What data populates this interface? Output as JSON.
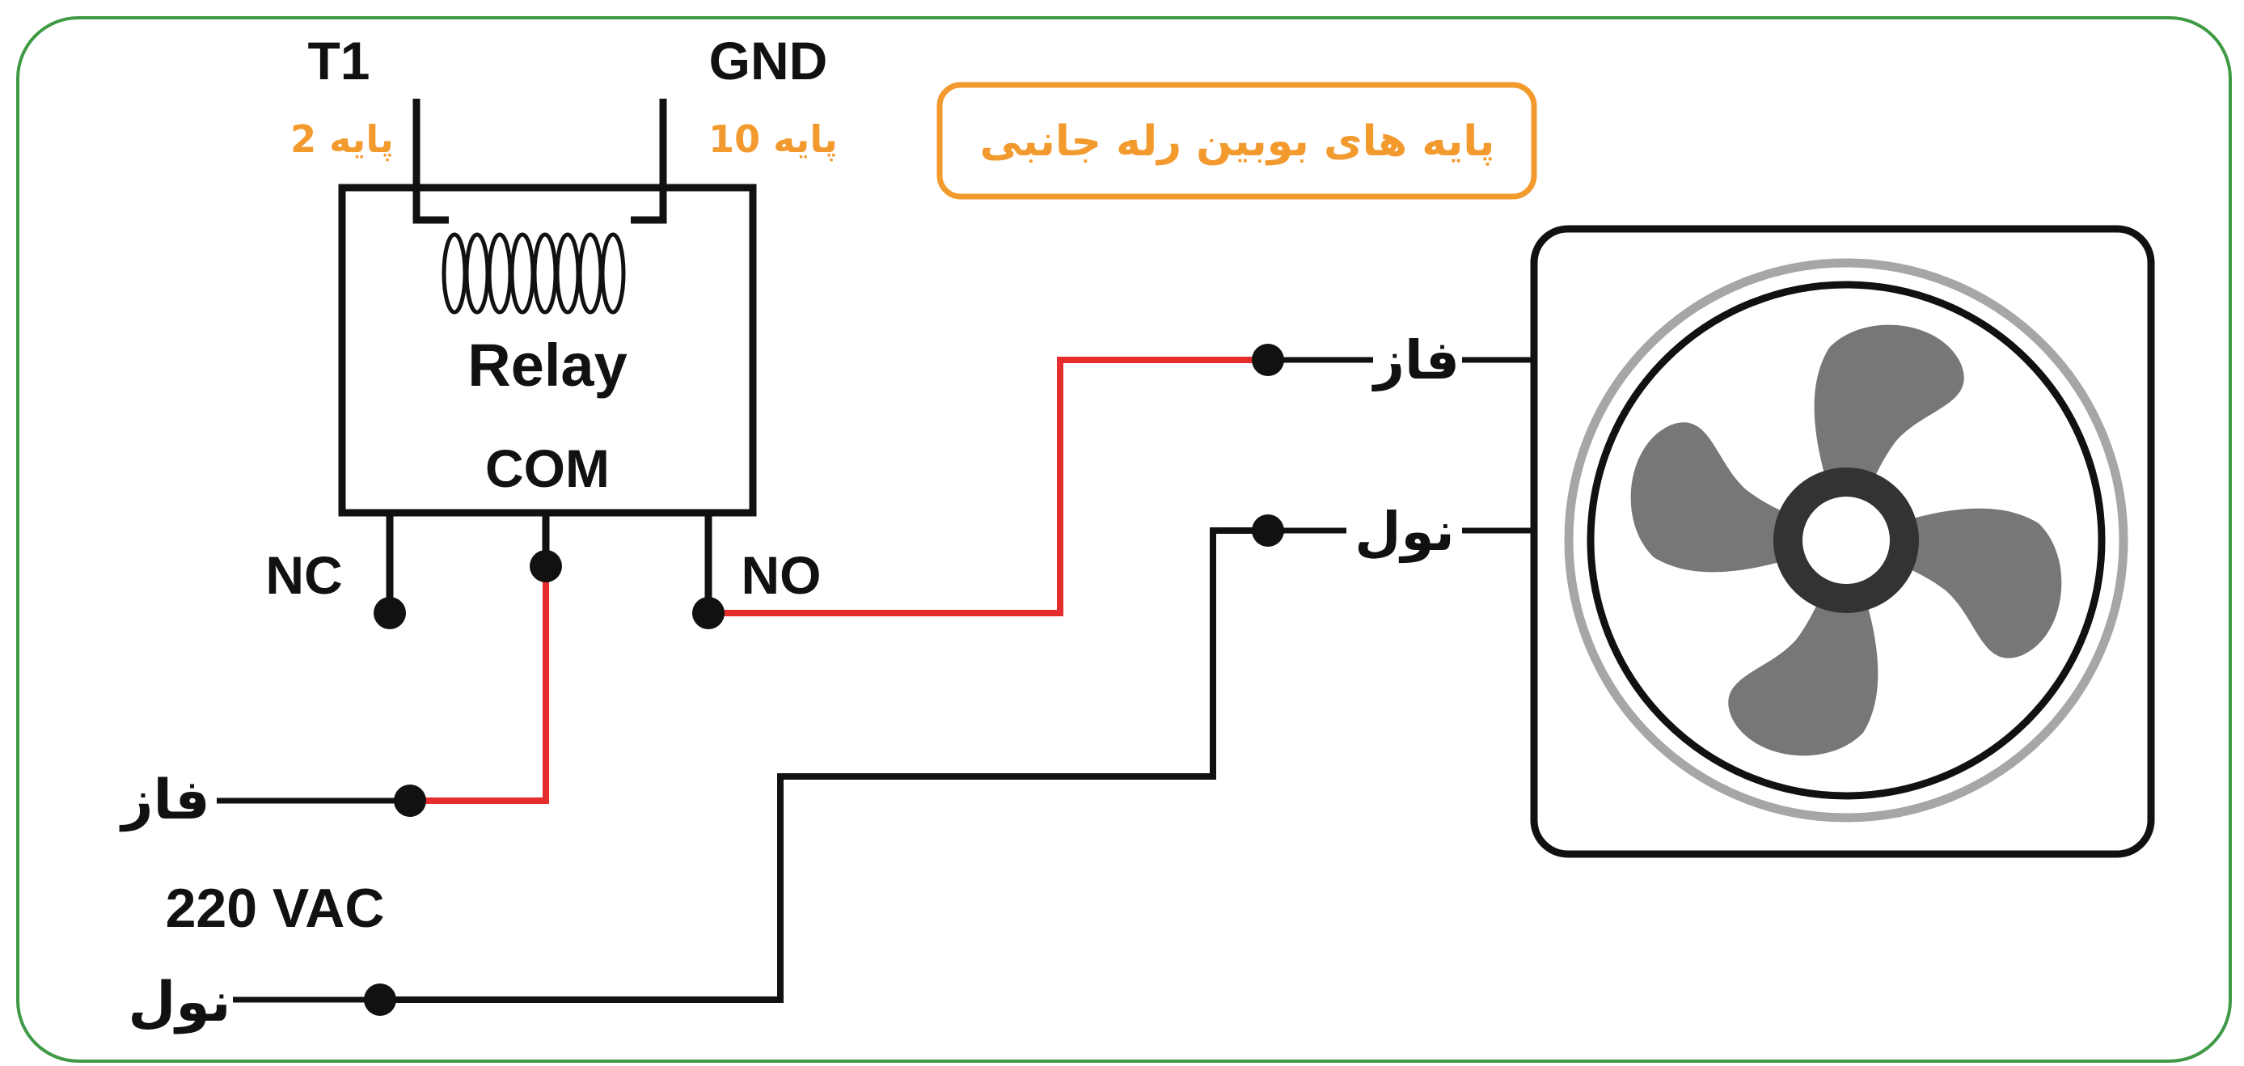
{
  "colors": {
    "frame": "#3f9a45",
    "wire": "#111111",
    "live_wire": "#e52d2d",
    "accent": "#f39a2e",
    "fan_blade": "#777777",
    "fan_ring_outer": "#a6a6a6",
    "fan_hub": "#333333"
  },
  "relay": {
    "name": "Relay",
    "common": "COM",
    "normally_closed": "NC",
    "normally_open": "NO",
    "coil_terminal_1": "T1",
    "coil_terminal_2": "GND",
    "pin_1": "پایه 2",
    "pin_2": "پایه 10"
  },
  "coil_pins_caption": "پایه های بوبین رله جانبی",
  "supply": {
    "voltage": "220 VAC",
    "phase": "فاز",
    "neutral": "نول"
  },
  "fan": {
    "icon": "fan-icon",
    "phase": "فاز",
    "neutral": "نول"
  }
}
